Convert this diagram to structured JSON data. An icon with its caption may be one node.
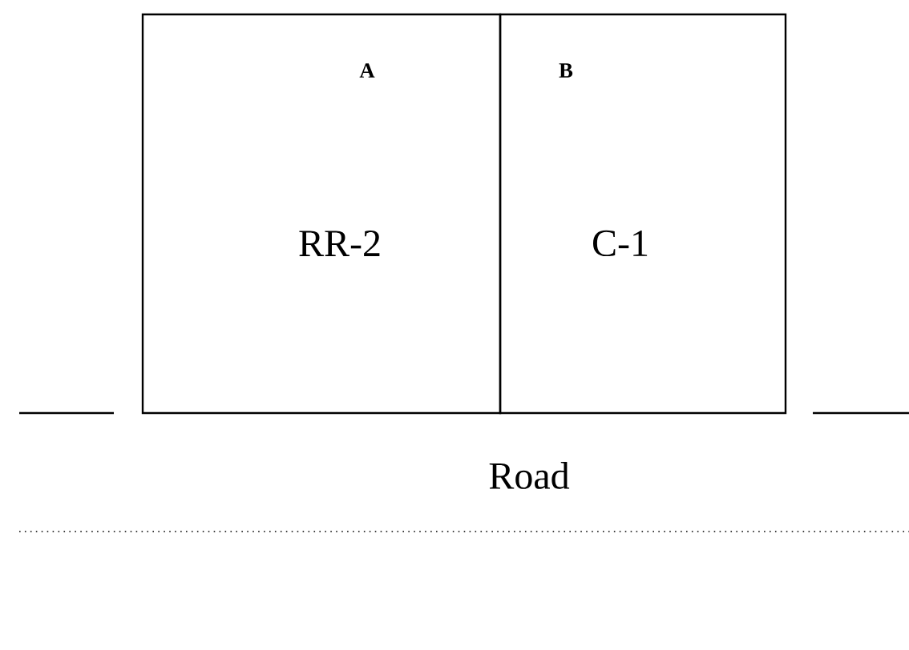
{
  "diagram": {
    "nodes": [
      {
        "text": [
          "A",
          "RR-2"
        ]
      },
      {
        "text": [
          "B",
          "C-1"
        ]
      }
    ],
    "edges": [],
    "labels": [
      "Road"
    ]
  }
}
